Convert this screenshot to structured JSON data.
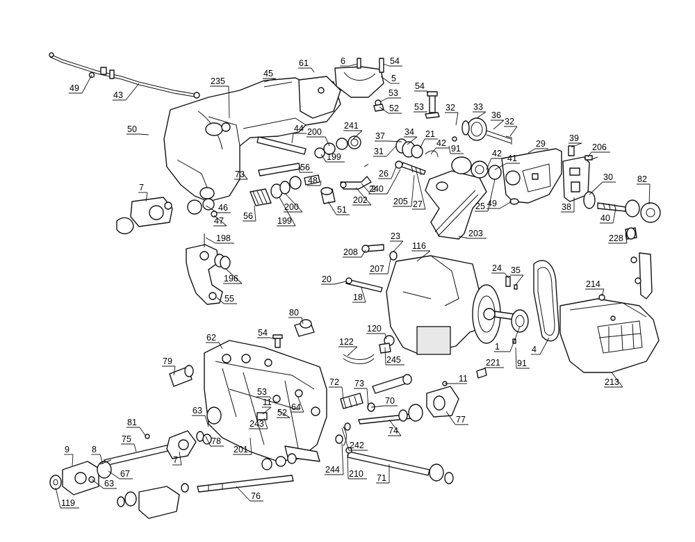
{
  "diagram": {
    "labels": [
      "1",
      "2",
      "4",
      "5",
      "6",
      "7",
      "7",
      "8",
      "9",
      "11",
      "11",
      "18",
      "20",
      "21",
      "23",
      "24",
      "25",
      "26",
      "27",
      "29",
      "30",
      "31",
      "32",
      "32",
      "33",
      "34",
      "35",
      "36",
      "37",
      "38",
      "39",
      "40",
      "41",
      "42",
      "42",
      "43",
      "44",
      "45",
      "46",
      "47",
      "48",
      "49",
      "49",
      "50",
      "51",
      "52",
      "52",
      "53",
      "53",
      "53",
      "54",
      "54",
      "54",
      "55",
      "56",
      "56",
      "61",
      "62",
      "63",
      "63",
      "64",
      "67",
      "70",
      "71",
      "72",
      "73",
      "73",
      "74",
      "75",
      "76",
      "77",
      "78",
      "79",
      "80",
      "81",
      "82",
      "91",
      "91",
      "116",
      "119",
      "120",
      "122",
      "196",
      "198",
      "199",
      "199",
      "200",
      "200",
      "201",
      "202",
      "203",
      "205",
      "206",
      "207",
      "208",
      "210",
      "213",
      "214",
      "221",
      "228",
      "235",
      "240",
      "241",
      "242",
      "243",
      "244",
      "245"
    ]
  }
}
